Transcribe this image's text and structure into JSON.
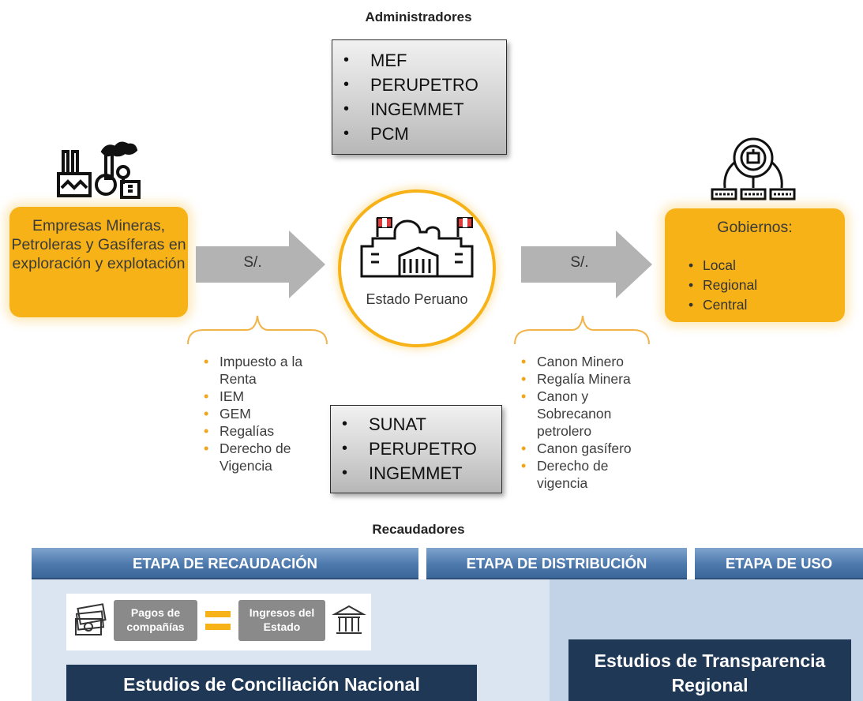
{
  "administradores": {
    "title": "Administradores",
    "items": [
      "MEF",
      "PERUPETRO",
      "INGEMMET",
      "PCM"
    ]
  },
  "recaudadores": {
    "title": "Recaudadores",
    "items": [
      "SUNAT",
      "PERUPETRO",
      "INGEMMET"
    ]
  },
  "empresas": {
    "label": "Empresas Mineras, Petroleras y Gasíferas en exploración y explotación"
  },
  "estado": {
    "label": "Estado Peruano"
  },
  "gobiernos": {
    "title": "Gobiernos:",
    "items": [
      "Local",
      "Regional",
      "Central"
    ]
  },
  "arrows": {
    "left_label": "S/.",
    "right_label": "S/."
  },
  "payments": {
    "items": [
      "Impuesto a la Renta",
      "IEM",
      "GEM",
      "Regalías",
      "Derecho de Vigencia"
    ]
  },
  "transfers": {
    "items": [
      "Canon Minero",
      "Regalía Minera",
      "Canon y Sobrecanon petrolero",
      "Canon gasífero",
      "Derecho de vigencia"
    ]
  },
  "stages": {
    "recaudacion": "ETAPA DE RECAUDACIÓN",
    "distribucion": "ETAPA DE DISTRIBUCIÓN",
    "uso": "ETAPA DE USO"
  },
  "equation": {
    "left": "Pagos de compañías",
    "operator": "=",
    "right": "Ingresos del Estado"
  },
  "studies": {
    "nacional": "Estudios de Conciliación Nacional",
    "regional": "Estudios de Transparencia Regional"
  },
  "colors": {
    "orange": "#f7b218",
    "navy": "#1f3856",
    "stage_blue": "#4d79ad",
    "panel_blue": "#c9d8ea"
  },
  "icons": [
    "industry-icon",
    "government-building-icon",
    "regional-network-icon",
    "money-stack-icon",
    "bank-icon",
    "equals-icon"
  ]
}
